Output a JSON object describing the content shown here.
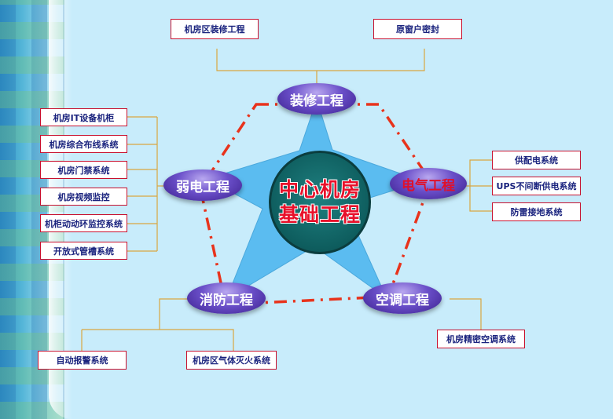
{
  "center": {
    "line1": "中心机房",
    "line2": "基础工程"
  },
  "nodes": {
    "decoration": "装修工程",
    "electrical": "电气工程",
    "ac": "空调工程",
    "fire": "消防工程",
    "weak": "弱电工程"
  },
  "decoration_items": [
    "机房区装修工程",
    "原窗户密封"
  ],
  "electrical_items": [
    "供配电系统",
    "UPS不间断供电系统",
    "防雷接地系统"
  ],
  "ac_items": [
    "机房精密空调系统"
  ],
  "fire_items": [
    "自动报警系统",
    "机房区气体灭火系统"
  ],
  "weak_items": [
    "机房IT设备机柜",
    "机房综合布线系统",
    "机房门禁系统",
    "机房视频监控",
    "机柜动动环监控系统",
    "开放式管槽系统"
  ],
  "colors": {
    "background": "#c8ecfb",
    "box_border": "#c8102e",
    "box_text": "#1a237e",
    "hexagon_line": "#e8331c",
    "star": "#5bbcf0",
    "connector": "#d9a640",
    "node_purple": "#6a4fc9",
    "center_teal": "#0e5d5e",
    "center_text": "#e8102a"
  }
}
